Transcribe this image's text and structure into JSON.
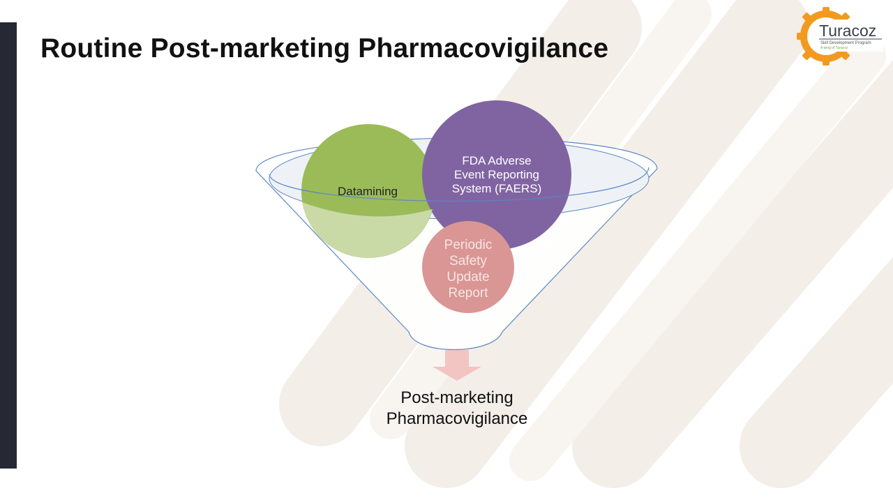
{
  "slide": {
    "title": "Routine Post-marketing Pharmacovigilance"
  },
  "logo": {
    "brand": "Turacoz",
    "tagline": "Skill Development Program",
    "subline": "A wing of Turacoz",
    "gear_color": "#f29a1f"
  },
  "diagram": {
    "inputs": [
      {
        "label": "Datamining",
        "color": "#9bbb59"
      },
      {
        "label_lines": [
          "FDA Adverse",
          "Event Reporting",
          "System (FAERS)"
        ],
        "color": "#8064a2"
      },
      {
        "label_lines": [
          "Periodic",
          "Safety",
          "Update",
          "Report"
        ],
        "color": "#d99694"
      }
    ],
    "output_lines": [
      "Post-marketing",
      "Pharmacovigilance"
    ],
    "funnel_stroke": "#5b86c5",
    "arrow_color": "#f2c4c2"
  }
}
